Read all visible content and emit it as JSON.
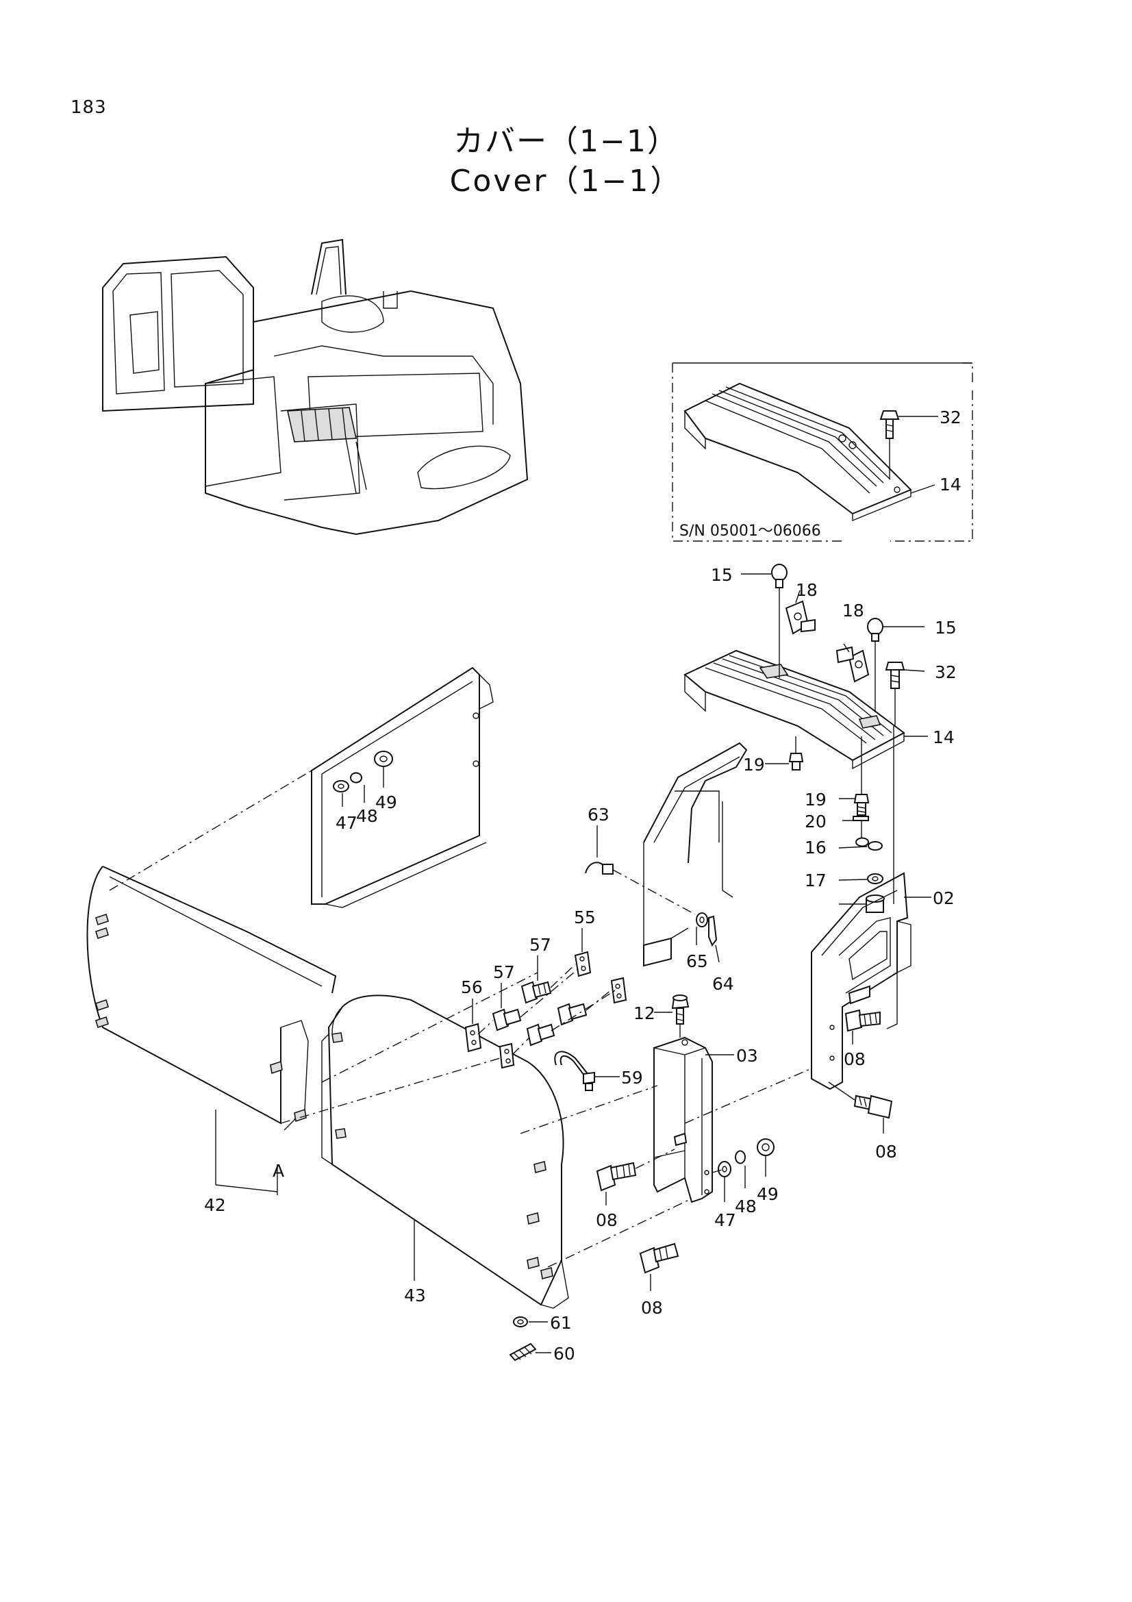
{
  "page_number": "183",
  "title_jp": "カバー（1−1）",
  "title_en": "Cover（1−1）",
  "inset_serial_range": "S/N  05001～06066",
  "part_labels": {
    "p32_inset": "32",
    "p14_inset": "14",
    "p15_left": "15",
    "p18_left": "18",
    "p18_right": "18",
    "p15_right": "15",
    "p32": "32",
    "p14": "14",
    "p19_upper": "19",
    "p19_lower": "19",
    "p20": "20",
    "p16": "16",
    "p17": "17",
    "p02": "02",
    "p63": "63",
    "p47_upper": "47",
    "p48_upper": "48",
    "p49_upper": "49",
    "p55": "55",
    "p57_upper": "57",
    "p57_lower": "57",
    "p56": "56",
    "p65": "65",
    "p64": "64",
    "p12": "12",
    "p03": "03",
    "p59": "59",
    "p08_right_upper": "08",
    "p08_right_lower": "08",
    "p08_center": "08",
    "p08_bottom": "08",
    "p42": "42",
    "pA": "A",
    "p43": "43",
    "p47_lower": "47",
    "p48_lower": "48",
    "p49_lower": "49",
    "p61": "61",
    "p60": "60"
  }
}
